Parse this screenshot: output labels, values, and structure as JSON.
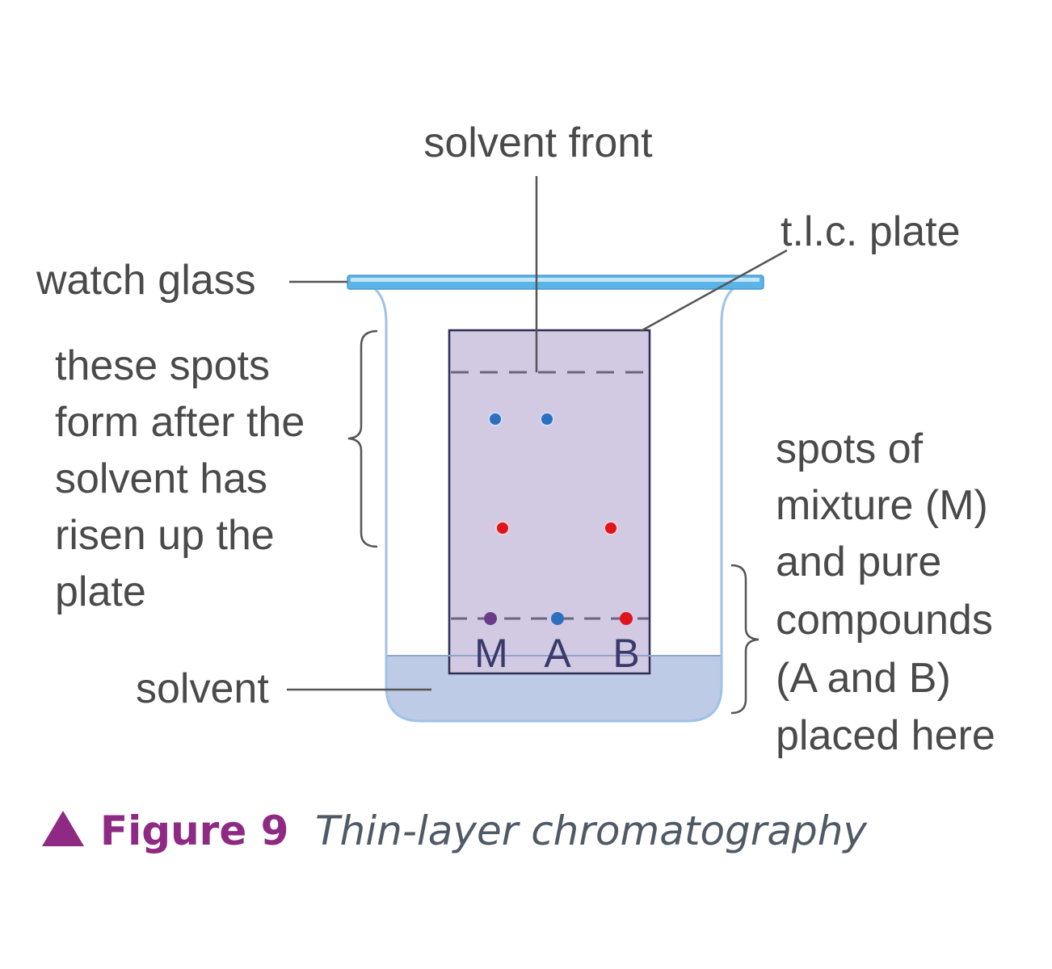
{
  "labels": {
    "solvent_front": "solvent front",
    "tlc_plate": "t.l.c. plate",
    "watch_glass": "watch glass",
    "spots_formed": [
      "these spots",
      "form after the",
      "solvent has",
      "risen up the",
      "plate"
    ],
    "spots_placed": [
      "spots of",
      "mixture (M)",
      "and pure",
      "compounds",
      "(A and B)",
      "placed here"
    ],
    "solvent": "solvent"
  },
  "lanes": [
    "M",
    "A",
    "B"
  ],
  "caption": {
    "figure": "Figure 9",
    "title": "Thin-layer chromatography"
  },
  "colors": {
    "plate": "#d2cae3",
    "plate_border": "#2e2e55",
    "solvent": "#bdcbe6",
    "beaker": "#9fc2ea",
    "watch_glass": "#5ab4e8",
    "spot_blue": "#2f6fc0",
    "spot_red": "#e0141c",
    "spot_purple": "#6a3c86",
    "caption_accent": "#8e2a83"
  }
}
